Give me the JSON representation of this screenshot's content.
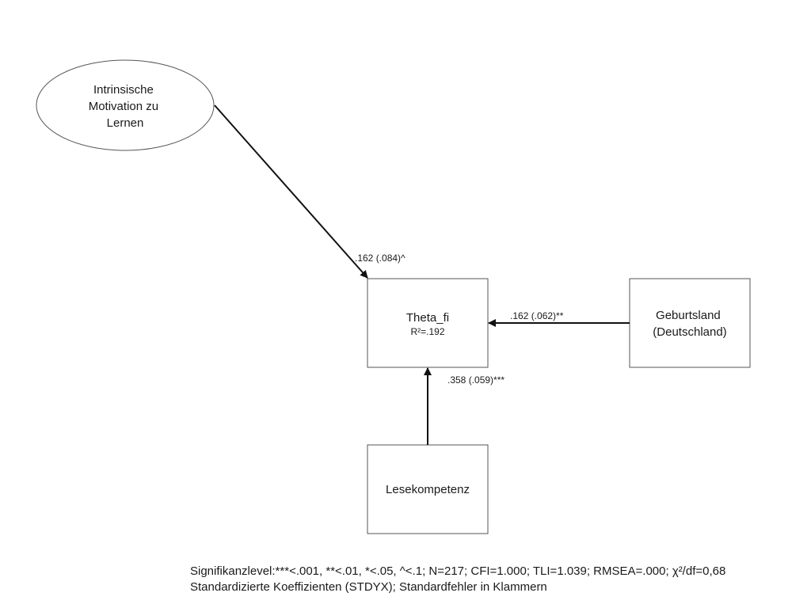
{
  "nodes": {
    "motivation": {
      "lines": [
        "Intrinsische",
        "Motivation zu",
        "Lernen"
      ]
    },
    "theta": {
      "label": "Theta_fi",
      "r2": "R²=.192"
    },
    "geburtsland": {
      "lines": [
        "Geburtsland",
        "(Deutschland)"
      ]
    },
    "lesekompetenz": {
      "label": "Lesekompetenz"
    }
  },
  "edges": {
    "motivation_to_theta": ".162 (.084)^",
    "geburtsland_to_theta": ".162 (.062)**",
    "lesekompetenz_to_theta": ".358 (.059)***"
  },
  "footnote": {
    "line1": "Signifikanzlevel:***<.001, **<.01, *<.05, ^<.1; N=217; CFI=1.000; TLI=1.039; RMSEA=.000; χ²/df=0,68",
    "line2": "Standardizierte Koeffizienten (STDYX); Standardfehler in Klammern"
  }
}
